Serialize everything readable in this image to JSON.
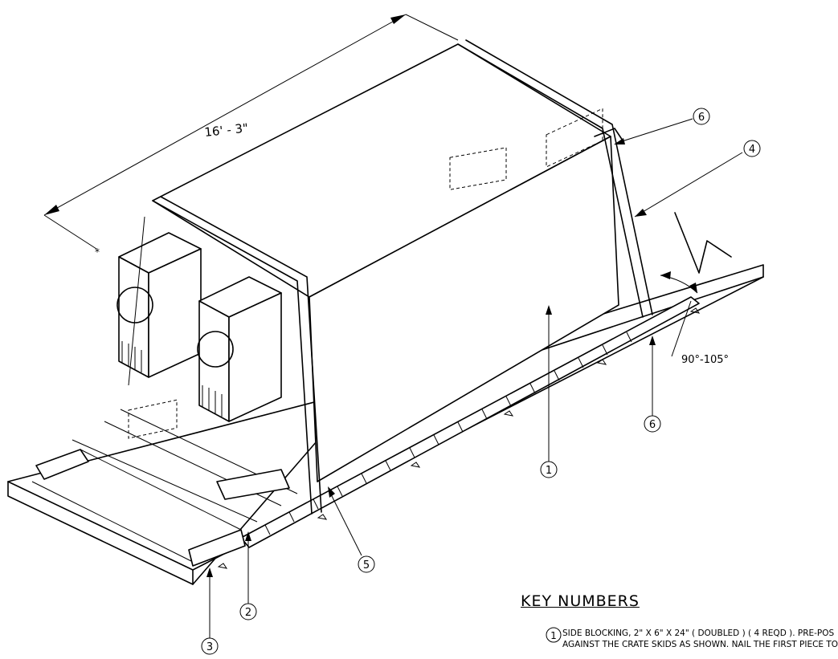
{
  "dimension": {
    "length": "16' - 3\"",
    "marker": "*"
  },
  "angle_label": "90°-105°",
  "callouts": [
    "1",
    "2",
    "3",
    "4",
    "5",
    "6",
    "6"
  ],
  "key": {
    "title": "KEY NUMBERS",
    "items": [
      {
        "number": "1",
        "line1": "SIDE BLOCKING, 2\" X 6\" X 24\" ( DOUBLED ) ( 4 REQD ).   PRE-POS",
        "line2": "AGAINST THE CRATE SKIDS AS SHOWN.  NAIL THE FIRST PIECE TO"
      }
    ]
  }
}
